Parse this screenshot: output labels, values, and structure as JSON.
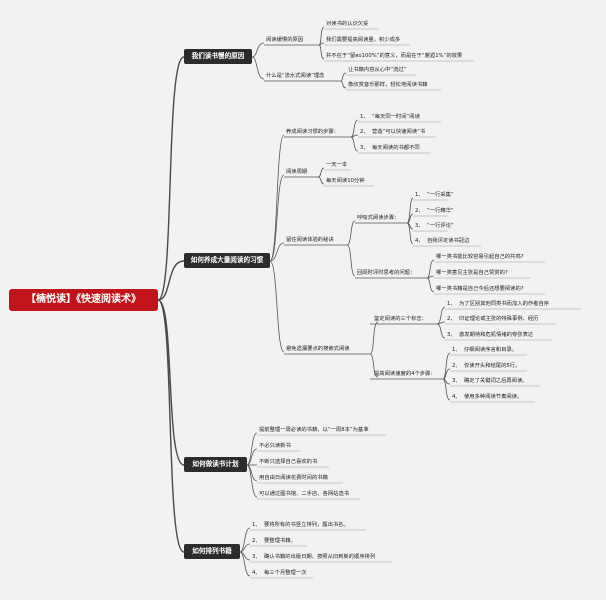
{
  "root": "【楠悦读】《快速阅读术》",
  "b1": {
    "title": "我们读书慢的原因",
    "c1": {
      "label": "阅读缓慢的原因",
      "items": [
        "对读书的认识欠妥",
        "我们需要提高阅读量，积少成多",
        "并不在于“留во100%”的意义，而是在于“邂逅1%”的效果"
      ]
    },
    "c2": {
      "label": "什么是“流水式阅读”理念",
      "items": [
        "让书籍内容从心中“流过”",
        "像欣赏音乐那样，轻松地阅读书籍"
      ]
    }
  },
  "b2": {
    "title": "如何养成大量阅读的习惯",
    "c1": {
      "label": "养成阅读习惯的步骤：",
      "items": [
        {
          "n": "1、",
          "t": "“每天同一时间”阅读"
        },
        {
          "n": "2、",
          "t": "营造“可以快速阅读”书"
        },
        {
          "n": "3、",
          "t": "每天阅读的书都不同"
        }
      ]
    },
    "c2": {
      "label": "阅读周期",
      "items": [
        "一天一本",
        "每天阅读10分钟"
      ]
    },
    "c3": {
      "label": "留住阅读体验的秘诀",
      "g1": {
        "label": "呼吸式阅读步骤：",
        "items": [
          {
            "n": "1、",
            "t": "“一行采集”"
          },
          {
            "n": "2、",
            "t": "“一行精华”"
          },
          {
            "n": "3、",
            "t": "“一行评论”"
          },
          {
            "n": "4、",
            "t": "自我评定读书冠边"
          }
        ]
      },
      "g2": {
        "label": "回顾时评时思考的问题：",
        "items": [
          "哪一类书能比较容易引起自己的共鸣?",
          "哪一类意见主张是自己赞赏的?",
          "哪一类书籍是自己今后还想要阅读的?"
        ]
      }
    },
    "c4": {
      "label": "避免遗漏要点的搜索式阅读",
      "g1": {
        "label": "鉴定阅读的三个标志：",
        "items": [
          {
            "n": "1、",
            "t": "为了区别其他同类书而加入的作者自序"
          },
          {
            "n": "2、",
            "t": "印证理论或主张的特殊事例、经历"
          },
          {
            "n": "3、",
            "t": "激发期待和危机情绪的夸张表达"
          }
        ]
      },
      "g2": {
        "label": "提高阅读速度的4个步骤：",
        "items": [
          {
            "n": "1、",
            "t": "仔细阅读序言和目录。"
          },
          {
            "n": "2、",
            "t": "仅读开头和结尾的5行。"
          },
          {
            "n": "3、",
            "t": "确定了关键词之后再阅读。"
          },
          {
            "n": "4、",
            "t": "使用多种阅读节奏阅读。"
          }
        ]
      }
    }
  },
  "b3": {
    "title": "如何做读书计划",
    "items": [
      "提前整理一周必读的书籍，以“一周8本”为基准",
      "不必只读新书",
      "不断只选择自己喜欢的书",
      "用自由日阅读花费时间的书籍",
      "可以通过图书馆、二手店、各网站选书"
    ]
  },
  "b4": {
    "title": "如何排列书籍",
    "items": [
      {
        "n": "1、",
        "t": "要将所有的书竖立排列，露出书名。"
      },
      {
        "n": "2、",
        "t": "要整理书籍。"
      },
      {
        "n": "3、",
        "t": "确认书籍的出版日期，按照从旧到新的顺序排列"
      },
      {
        "n": "4、",
        "t": "每三个月整理一次"
      }
    ]
  },
  "colors": {
    "root": "#c0141a",
    "branch": "#2c2c2c",
    "line": "#555555",
    "bg": "#f2f2f2"
  }
}
